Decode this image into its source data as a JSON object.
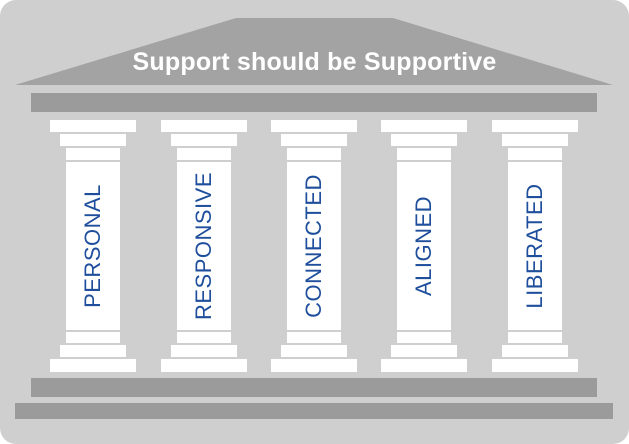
{
  "title": "Support should be Supportive",
  "pillars": [
    {
      "label": "PERSONAL"
    },
    {
      "label": "RESPONSIVE"
    },
    {
      "label": "CONNECTED"
    },
    {
      "label": "ALIGNED"
    },
    {
      "label": "LIBERATED"
    }
  ],
  "colors": {
    "background": "#cfcfcf",
    "roof": "#a3a3a3",
    "bars": "#9b9b9b",
    "pillar": "#ffffff",
    "label": "#1f4f9c",
    "title": "#ffffff"
  }
}
